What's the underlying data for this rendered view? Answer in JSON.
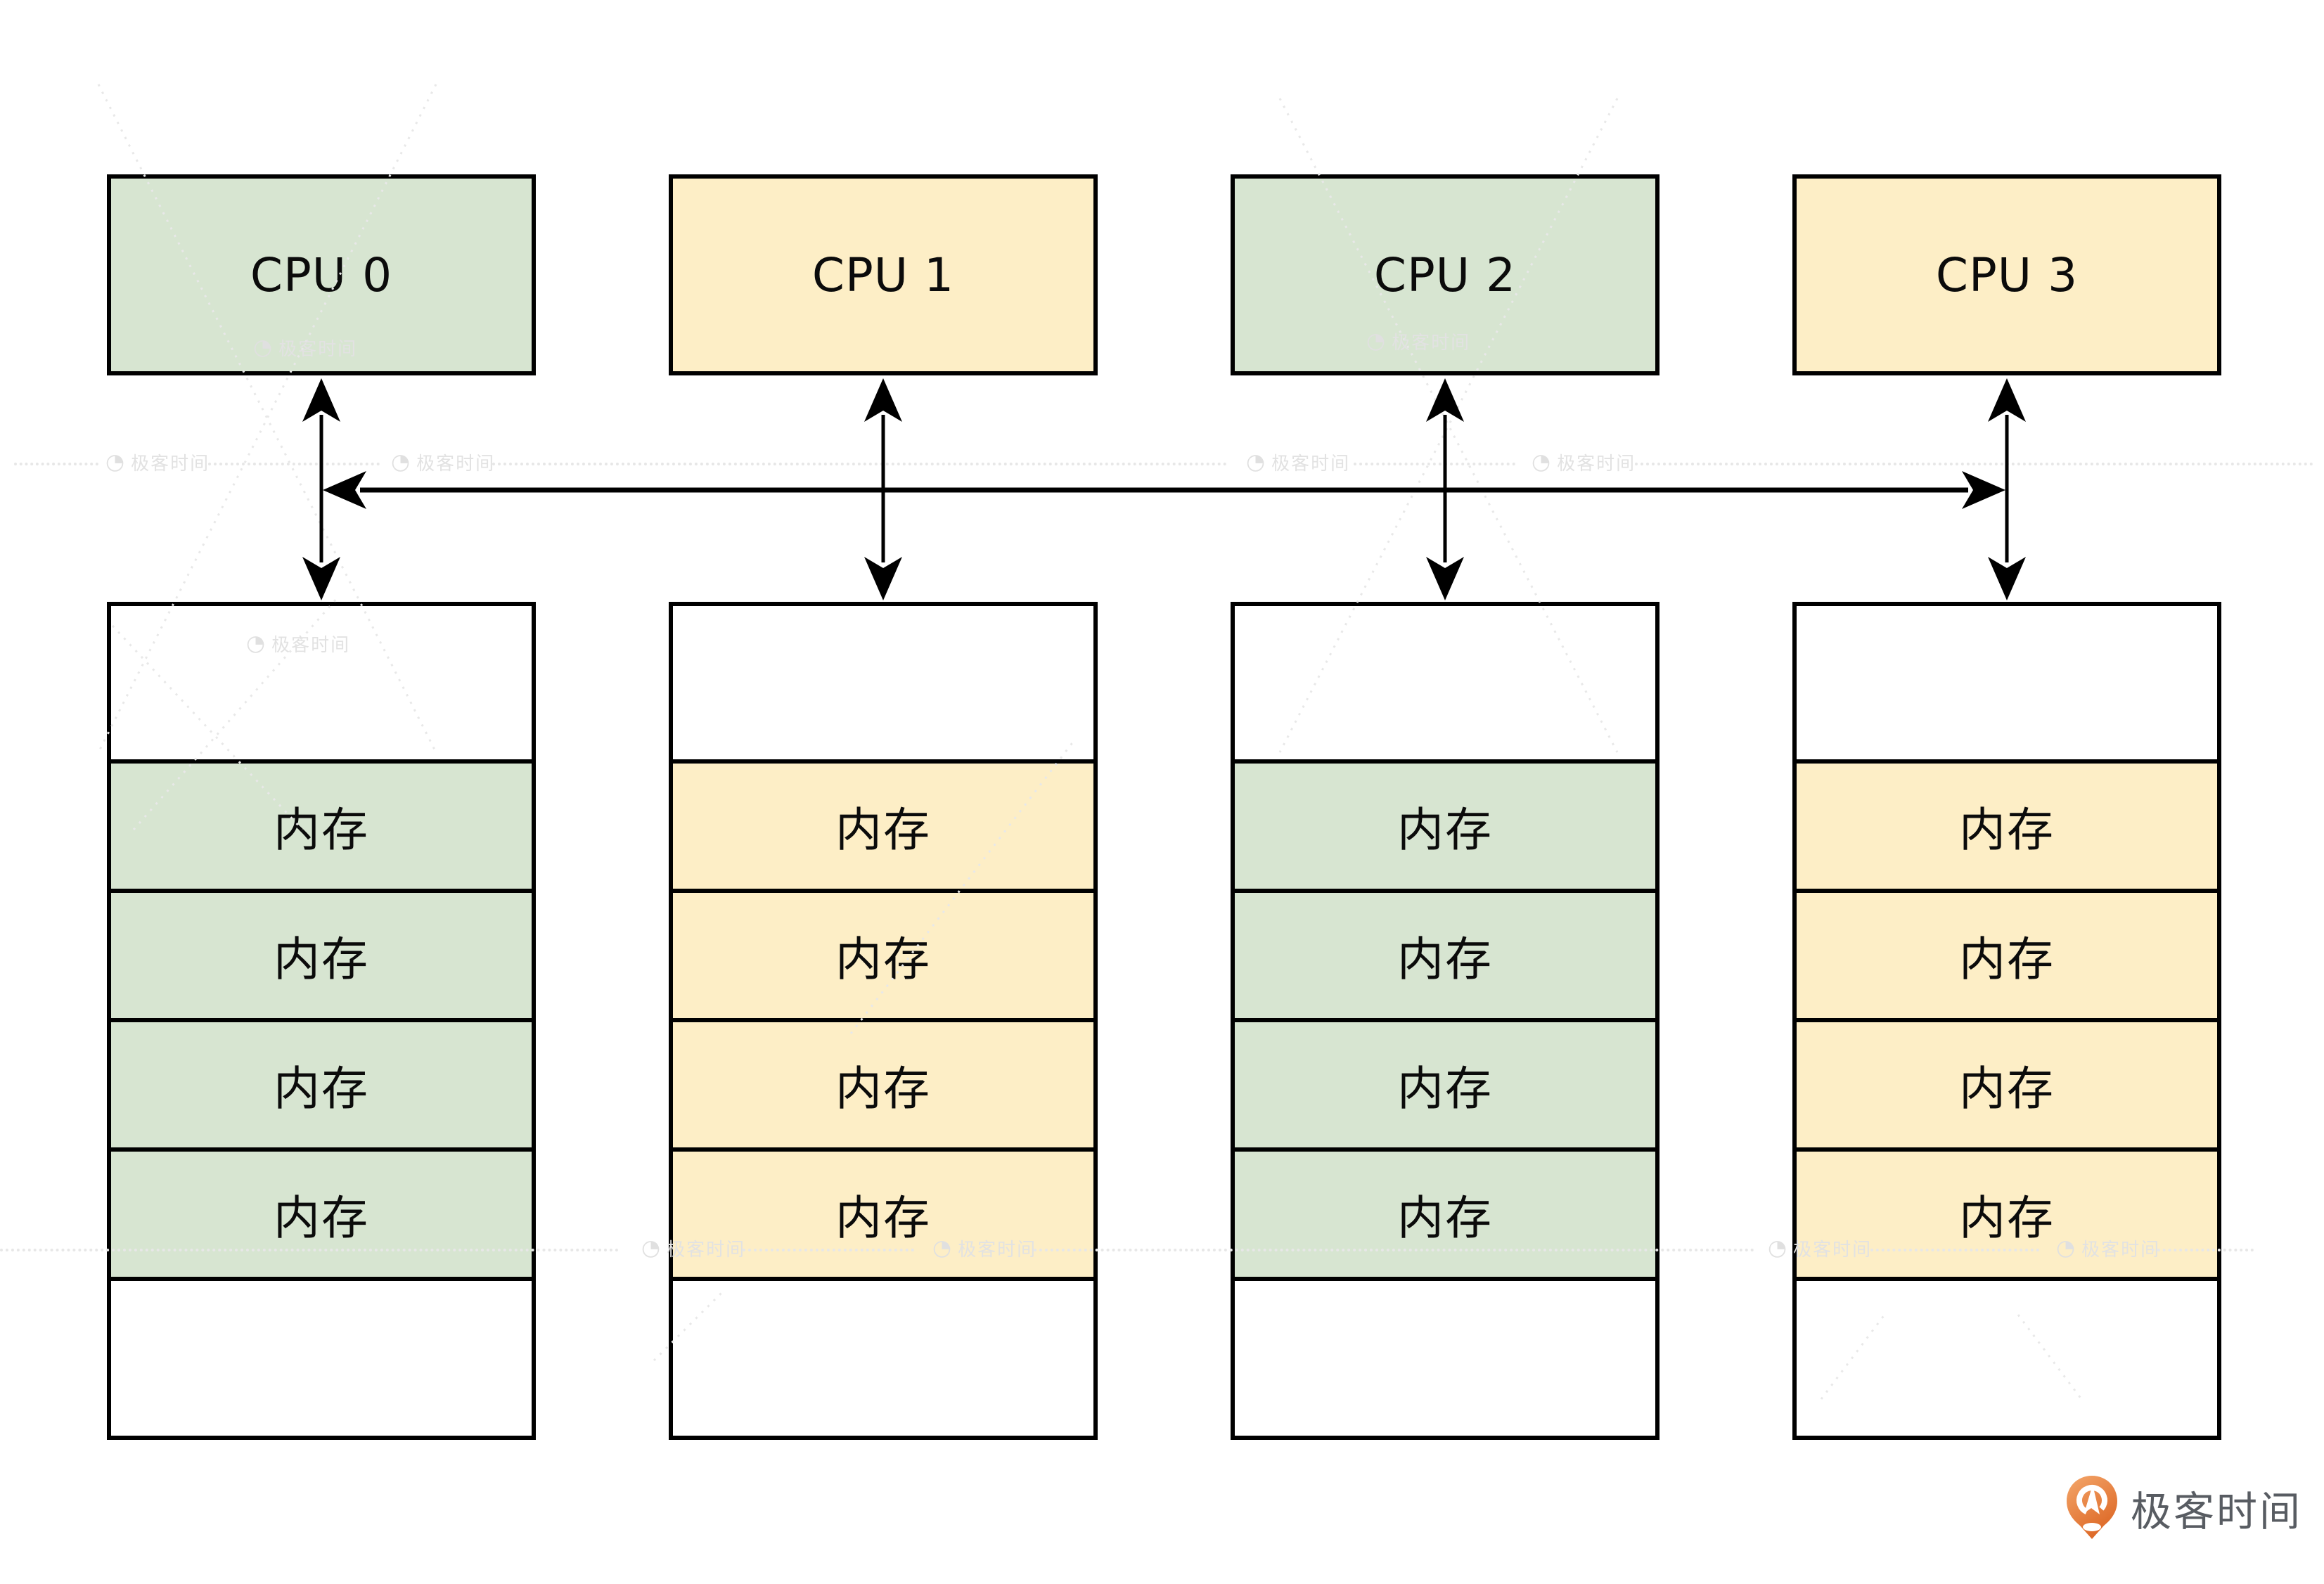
{
  "diagram_type": "SMP multi-CPU shared-memory bus diagram",
  "columns": [
    {
      "cpu_label": "CPU 0",
      "theme": "green",
      "cells": [
        "",
        "内存",
        "内存",
        "内存",
        "内存",
        ""
      ]
    },
    {
      "cpu_label": "CPU 1",
      "theme": "yellow",
      "cells": [
        "",
        "内存",
        "内存",
        "内存",
        "内存",
        ""
      ]
    },
    {
      "cpu_label": "CPU 2",
      "theme": "green",
      "cells": [
        "",
        "内存",
        "内存",
        "内存",
        "内存",
        ""
      ]
    },
    {
      "cpu_label": "CPU 3",
      "theme": "yellow",
      "cells": [
        "",
        "内存",
        "内存",
        "内存",
        "内存",
        ""
      ]
    }
  ],
  "memory_cell_label": "内存",
  "memory_cells_per_column": 4,
  "connector": {
    "style": "double-headed arrows",
    "bus": "horizontal shared bus linking all four CPU/memory columns"
  },
  "colors": {
    "green_fill": "#d7e5d1",
    "yellow_fill": "#fdeec6",
    "line_black": "#000000",
    "watermark_gray": "#e2e2e2",
    "brand_orange_light": "#f4a76b",
    "brand_orange_dark": "#dd6826",
    "brand_text_gray": "#585c62"
  },
  "watermark": {
    "icon_glyph": "◔",
    "text": "极客时间"
  },
  "brand": {
    "name": "极客时间"
  }
}
